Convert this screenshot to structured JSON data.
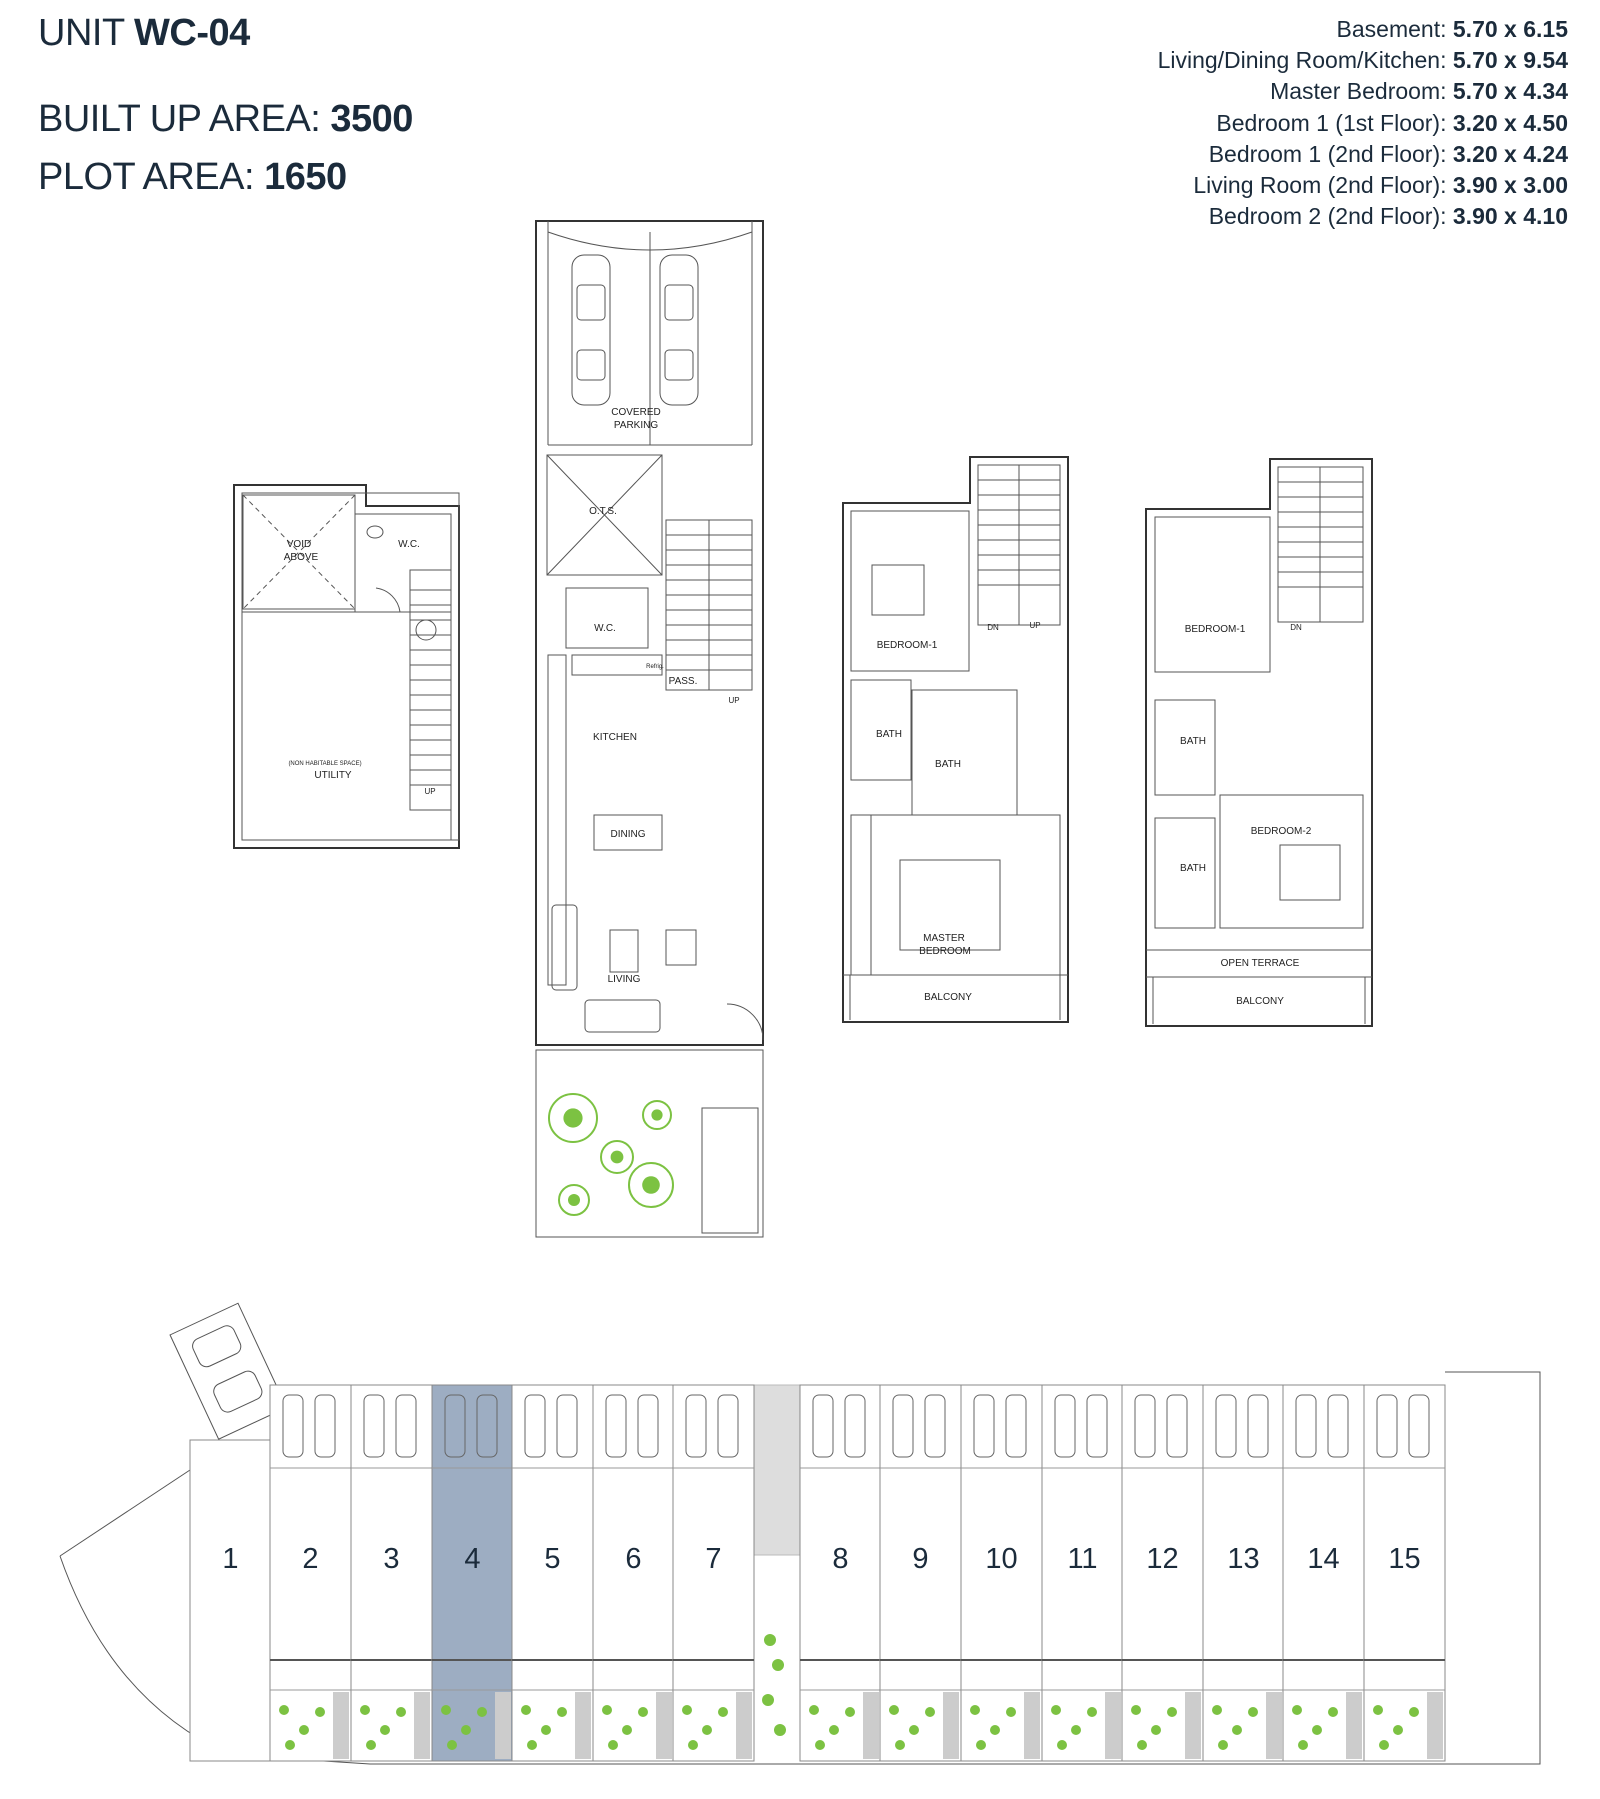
{
  "header": {
    "unit_label": "UNIT",
    "unit_value": "WC-04",
    "built_up_label": "BUILT UP AREA:",
    "built_up_value": "3500",
    "plot_label": "PLOT AREA:",
    "plot_value": "1650"
  },
  "room_sizes": [
    {
      "label": "Basement:",
      "value": "5.70 x 6.15"
    },
    {
      "label": "Living/Dining Room/Kitchen:",
      "value": "5.70 x 9.54"
    },
    {
      "label": "Master Bedroom:",
      "value": "5.70 x 4.34"
    },
    {
      "label": "Bedroom 1 (1st Floor):",
      "value": "3.20 x 4.50"
    },
    {
      "label": "Bedroom 1 (2nd Floor):",
      "value": "3.20 x 4.24"
    },
    {
      "label": "Living Room (2nd Floor):",
      "value": "3.90 x 3.00"
    },
    {
      "label": "Bedroom 2 (2nd Floor):",
      "value": "3.90 x 4.10"
    }
  ],
  "basement_plan": {
    "void_1": "VOID",
    "void_2": "ABOVE",
    "wc": "W.C.",
    "non_habitable": "(NON HABITABLE SPACE)",
    "utility": "UTILITY",
    "up": "UP"
  },
  "ground_plan": {
    "parking_1": "COVERED",
    "parking_2": "PARKING",
    "ots": "O.T.S.",
    "wc": "W.C.",
    "refrig": "Refrig.",
    "pass": "PASS.",
    "up": "UP",
    "kitchen": "KITCHEN",
    "dining": "DINING",
    "living": "LIVING"
  },
  "first_plan": {
    "bedroom1": "BEDROOM-1",
    "dn": "DN",
    "up": "UP",
    "bath_a": "BATH",
    "bath_b": "BATH",
    "master_1": "MASTER",
    "master_2": "BEDROOM",
    "balcony": "BALCONY"
  },
  "second_plan": {
    "bedroom1": "BEDROOM-1",
    "dn": "DN",
    "bath_a": "BATH",
    "bedroom2": "BEDROOM-2",
    "bath_b": "BATH",
    "terrace": "OPEN TERRACE",
    "balcony": "BALCONY"
  },
  "site_plan": {
    "units": [
      "1",
      "2",
      "3",
      "4",
      "5",
      "6",
      "7",
      "8",
      "9",
      "10",
      "11",
      "12",
      "13",
      "14",
      "15"
    ],
    "selected_unit": "4",
    "highlight_color": "#8c9fb7",
    "plant_color": "#7cc242"
  }
}
